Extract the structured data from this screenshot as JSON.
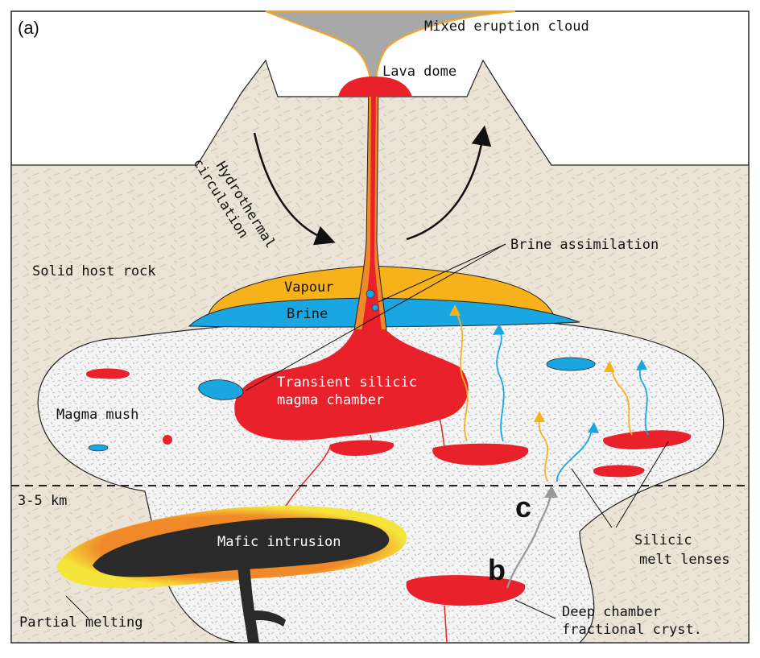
{
  "panel_label": "(a)",
  "labels": {
    "eruption_cloud": "Mixed eruption cloud",
    "lava_dome": "Lava dome",
    "hydrothermal_1": "Hydrothermal",
    "hydrothermal_2": "circulation",
    "brine_assimilation": "Brine assimilation",
    "host_rock": "Solid host rock",
    "vapour": "Vapour",
    "brine": "Brine",
    "chamber_1": "Transient silicic",
    "chamber_2": "magma chamber",
    "mush": "Magma mush",
    "depth": "3-5 km",
    "mafic": "Mafic intrusion",
    "silicic_1": "Silicic",
    "silicic_2": "melt lenses",
    "partial_melting": "Partial melting",
    "deep_1": "Deep chamber",
    "deep_2": "fractional cryst.",
    "marker_b": "b",
    "marker_c": "c"
  },
  "colors": {
    "host_rock": "#ece3d7",
    "mush": "#f2f2f2",
    "melt": "#e8212a",
    "vapour": "#f7b21b",
    "brine": "#1aa6e0",
    "mafic": "#2a2a2a",
    "partial_melt": "#f5e43a",
    "cloud": "#a8a8a8"
  }
}
